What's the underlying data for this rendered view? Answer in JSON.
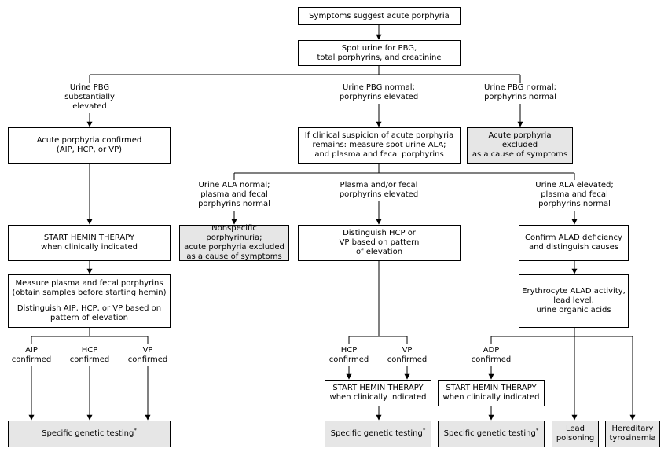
{
  "nodes": {
    "symptoms": [
      "Symptoms suggest acute porphyria"
    ],
    "spot_urine": [
      "Spot urine for PBG,",
      "total porphyrins, and creatinine"
    ],
    "acute_confirmed": [
      "Acute porphyria confirmed",
      "(AIP, HCP, or VP)"
    ],
    "clinical_suspicion": [
      "If clinical suspicion of acute porphyria",
      "remains: measure spot urine ALA;",
      "and plasma and fecal porphyrins"
    ],
    "excluded": [
      "Acute porphyria excluded",
      "as a cause of symptoms"
    ],
    "start_hemin_left": [
      "START HEMIN THERAPY",
      "when clinically indicated"
    ],
    "nonspecific": [
      "Nonspecific porphyrinuria;",
      "acute porphyria excluded",
      "as a cause of symptoms"
    ],
    "distinguish_hcp_vp": [
      "Distinguish HCP or",
      "VP based on pattern",
      "of elevation"
    ],
    "confirm_alad": [
      "Confirm ALAD deficiency",
      "and distinguish causes"
    ],
    "measure_plasma": [
      "Measure plasma and fecal porphyrins",
      "(obtain samples before starting hemin)"
    ],
    "measure_plasma_2": [
      "Distinguish AIP, HCP, or VP based on",
      "pattern of elevation"
    ],
    "erythrocyte": [
      "Erythrocyte ALAD activity,",
      "lead level,",
      "urine organic acids"
    ],
    "hemin_hcp_vp": [
      "START HEMIN THERAPY",
      "when clinically indicated"
    ],
    "hemin_adp": [
      "START HEMIN THERAPY",
      "when clinically indicated"
    ],
    "genetic_left": [
      "Specific genetic testing"
    ],
    "genetic_mid": [
      "Specific genetic testing"
    ],
    "genetic_right": [
      "Specific genetic testing"
    ],
    "lead_poisoning": [
      "Lead",
      "poisoning"
    ],
    "hereditary": [
      "Hereditary",
      "tyrosinemia"
    ]
  },
  "footnote_marker": "*",
  "edge_labels": {
    "pbg_elevated": [
      "Urine PBG",
      "substantially",
      "elevated"
    ],
    "pbg_normal_porph_elevated": [
      "Urine PBG normal;",
      "porphyrins elevated"
    ],
    "pbg_normal_porph_normal": [
      "Urine PBG normal;",
      "porphyrins normal"
    ],
    "ala_normal": [
      "Urine ALA normal;",
      "plasma and fecal",
      "porphyrins normal"
    ],
    "plasma_fecal_elevated": [
      "Plasma and/or fecal",
      "porphyrins elevated"
    ],
    "ala_elevated": [
      "Urine ALA elevated;",
      "plasma and fecal",
      "porphyrins normal"
    ],
    "aip_confirmed": [
      "AIP",
      "confirmed"
    ],
    "hcp_confirmed_left": [
      "HCP",
      "confirmed"
    ],
    "vp_confirmed_left": [
      "VP",
      "confirmed"
    ],
    "hcp_confirmed_mid": [
      "HCP",
      "confirmed"
    ],
    "vp_confirmed_mid": [
      "VP",
      "confirmed"
    ],
    "adp_confirmed": [
      "ADP",
      "confirmed"
    ]
  }
}
